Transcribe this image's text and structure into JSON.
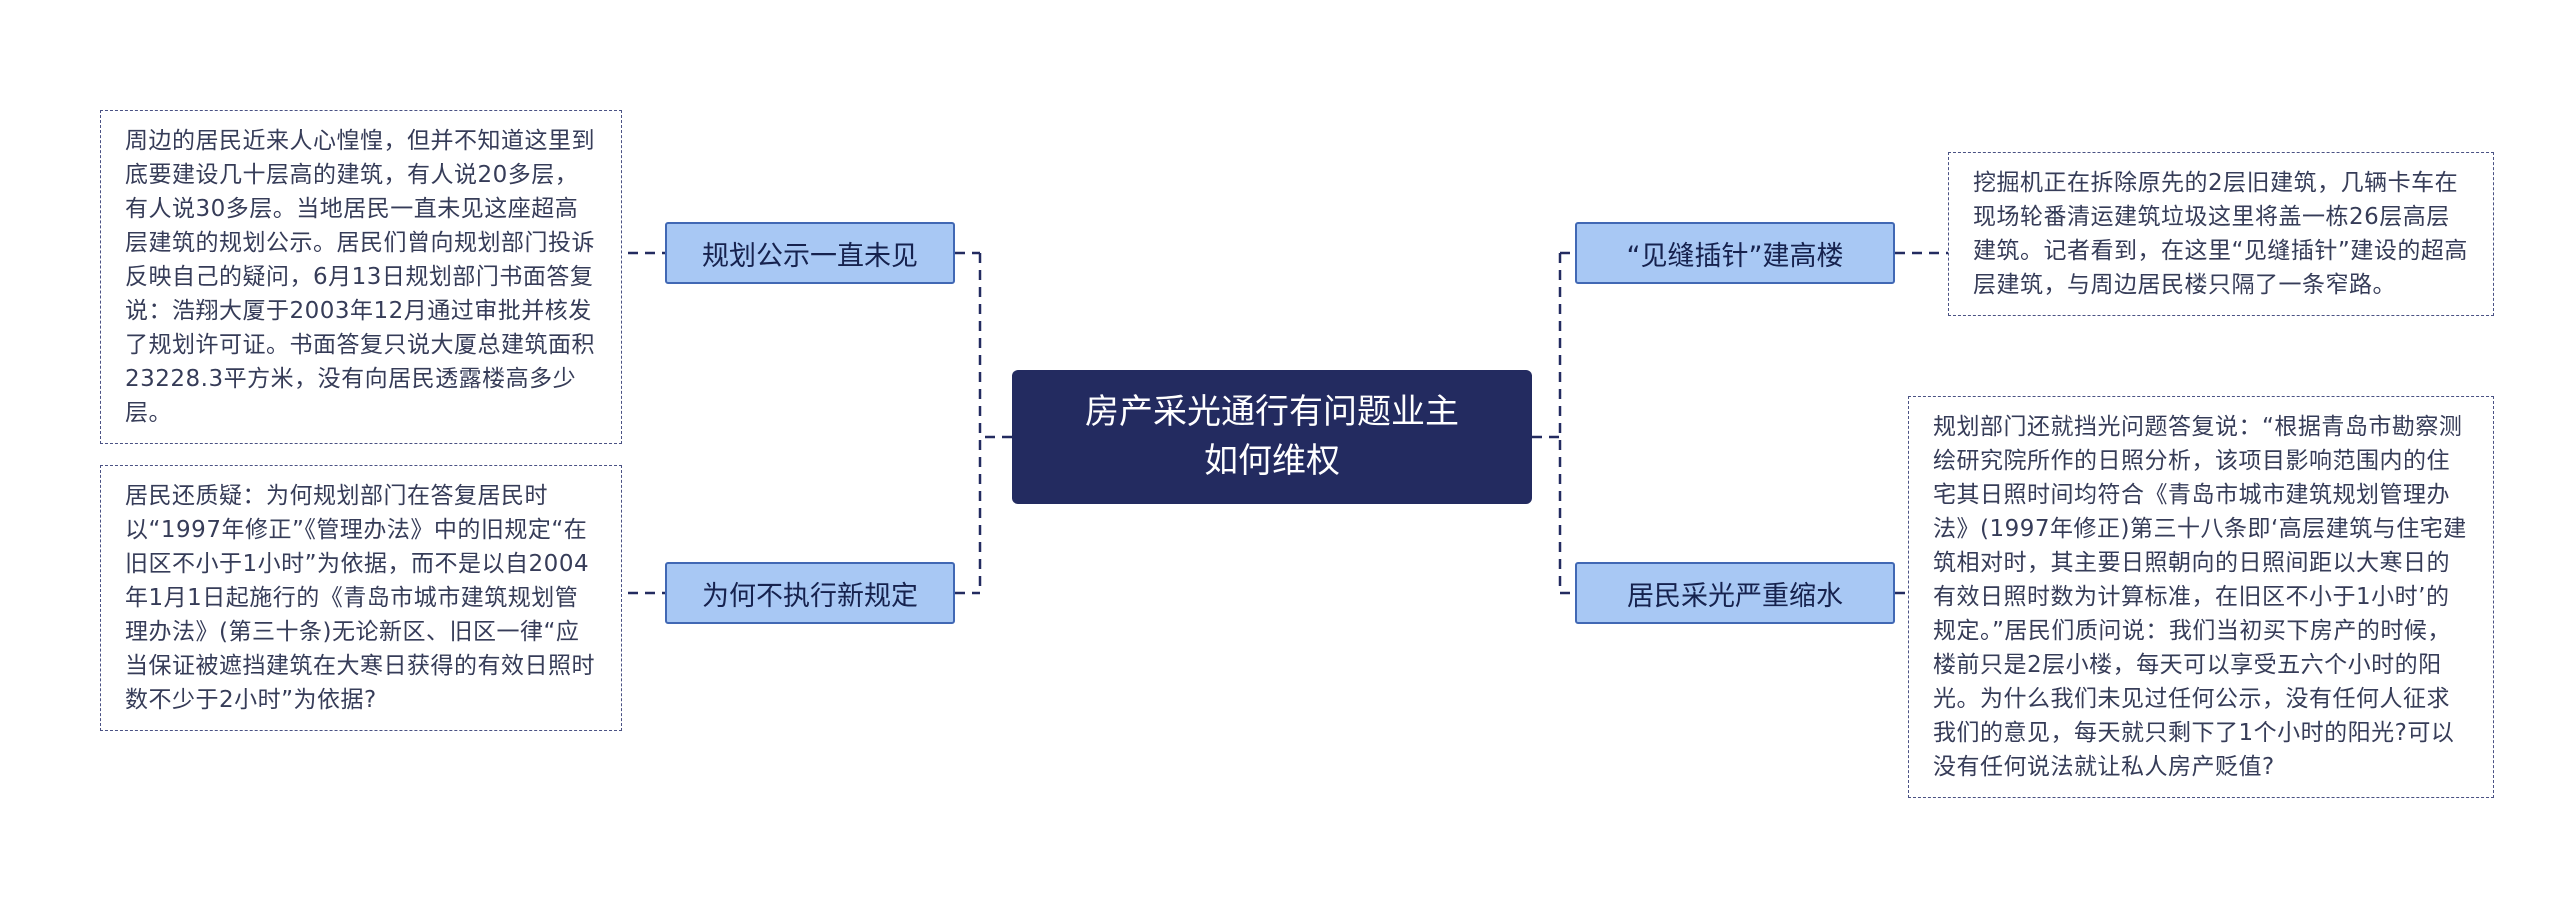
{
  "palette": {
    "center_node_bg": "#232b60",
    "center_node_text": "#ffffff",
    "branch_node_bg": "#a8c8f4",
    "branch_node_border": "#4168b4",
    "branch_node_text": "#16224e",
    "detail_border": "#4a5284",
    "detail_text": "#363c58",
    "connector": "#232b60"
  },
  "mindmap": {
    "center": {
      "title": "房产采光通行有问题业主如何维权"
    },
    "left_branches": [
      {
        "label": "规划公示一直未见",
        "detail": "周边的居民近来人心惶惶，但并不知道这里到底要建设几十层高的建筑，有人说20多层，有人说30多层。当地居民一直未见这座超高层建筑的规划公示。居民们曾向规划部门投诉反映自己的疑问，6月13日规划部门书面答复说：浩翔大厦于2003年12月通过审批并核发了规划许可证。书面答复只说大厦总建筑面积23228.3平方米，没有向居民透露楼高多少层。"
      },
      {
        "label": "为何不执行新规定",
        "detail": "居民还质疑：为何规划部门在答复居民时以“1997年修正”《管理办法》中的旧规定“在旧区不小于1小时”为依据，而不是以自2004年1月1日起施行的《青岛市城市建筑规划管理办法》(第三十条)无论新区、旧区一律“应当保证被遮挡建筑在大寒日获得的有效日照时数不少于2小时”为依据?"
      }
    ],
    "right_branches": [
      {
        "label": "“见缝插针”建高楼",
        "detail": "挖掘机正在拆除原先的2层旧建筑，几辆卡车在现场轮番清运建筑垃圾这里将盖一栋26层高层建筑。记者看到，在这里“见缝插针”建设的超高层建筑，与周边居民楼只隔了一条窄路。"
      },
      {
        "label": "居民采光严重缩水",
        "detail": "规划部门还就挡光问题答复说：“根据青岛市勘察测绘研究院所作的日照分析，该项目影响范围内的住宅其日照时间均符合《青岛市城市建筑规划管理办法》(1997年修正)第三十八条即‘高层建筑与住宅建筑相对时，其主要日照朝向的日照间距以大寒日的有效日照时数为计算标准，在旧区不小于1小时’的规定。”居民们质问说：我们当初买下房产的时候，楼前只是2层小楼，每天可以享受五六个小时的阳光。为什么我们未见过任何公示，没有任何人征求我们的意见，每天就只剩下了1个小时的阳光?可以没有任何说法就让私人房产贬值?"
      }
    ]
  }
}
